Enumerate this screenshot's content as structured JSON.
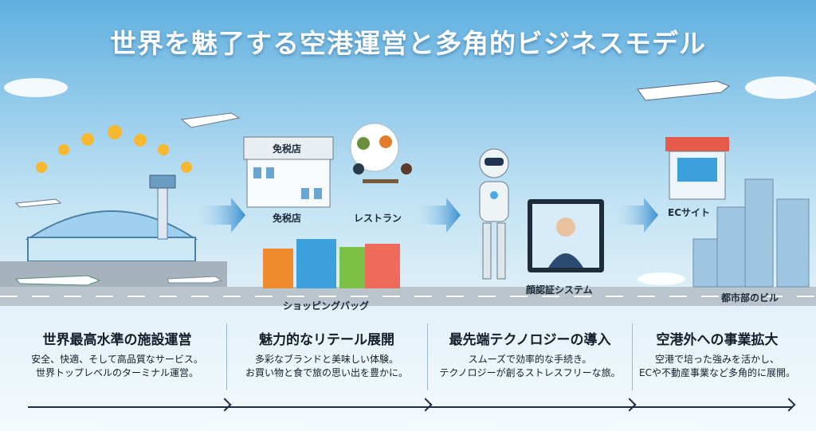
{
  "title": "世界を魅了する空港運営と多角的ビジネスモデル",
  "scene_labels": {
    "duty_free_sign": "免税店",
    "duty_free": "免税店",
    "restaurant": "レストラン",
    "shopping_bag": "ショッピングバッグ",
    "face_recognition": "顔認証システム",
    "ec_site": "ECサイト",
    "city_buildings": "都市部のビル"
  },
  "columns": [
    {
      "heading": "世界最高水準の施設運営",
      "line1": "安全、快適、そして高品質なサービス。",
      "line2": "世界トップレベルのターミナル運営。"
    },
    {
      "heading": "魅力的なリテール展開",
      "line1": "多彩なブランドと美味しい体験。",
      "line2": "お買い物と食で旅の思い出を豊かに。"
    },
    {
      "heading": "最先端テクノロジーの導入",
      "line1": "スムーズで効率的な手続き。",
      "line2": "テクノロジーが創るストレスフリーな旅。"
    },
    {
      "heading": "空港外への事業拡大",
      "line1": "空港で培った強みを活かし、",
      "line2": "ECや不動産事業など多角的に展開。"
    }
  ],
  "colors": {
    "sky": "#7fc0e6",
    "accent": "#2f7fc1",
    "text": "#151d2a"
  }
}
